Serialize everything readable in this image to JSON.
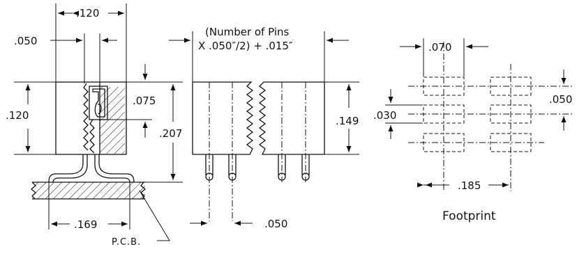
{
  "side_view": {
    "dim_top_width": ".120",
    "dim_left_offset": ".050",
    "dim_body_height": ".120",
    "dim_contact_depth": ".075",
    "dim_total_height": ".207",
    "dim_tail_span": ".169",
    "pcb_label": "P.C.B."
  },
  "front_view": {
    "length_formula_line1": "(Number of Pins",
    "length_formula_line2": "X .050″/2) + .015″",
    "dim_height": ".149",
    "dim_pitch": ".050"
  },
  "footprint": {
    "dim_pad_pitch_x": ".070",
    "dim_pad_pitch_y": ".050",
    "dim_pad_height": ".030",
    "dim_row_span": ".185",
    "title": "Footprint"
  }
}
